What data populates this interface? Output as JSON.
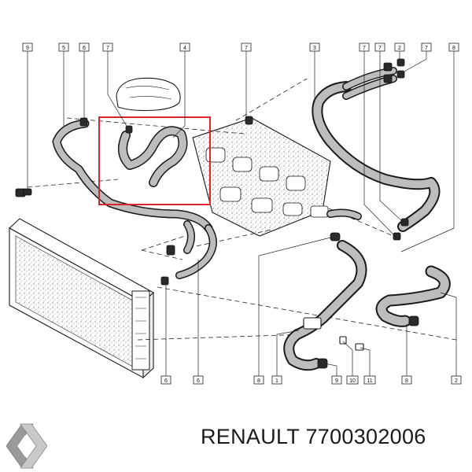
{
  "callouts": {
    "c1": "9",
    "c2": "5",
    "c3": "6",
    "c4": "7",
    "c5": "4",
    "c6": "7",
    "c7": "3",
    "c8": "7",
    "c9": "7",
    "c10": "2",
    "c11": "7",
    "c12": "8",
    "c13": "6",
    "c14": "6",
    "c15": "8",
    "c16": "1",
    "c17": "9",
    "c18": "10",
    "c19": "11",
    "c20": "8",
    "c21": "2"
  },
  "brand": {
    "name": "RENAULT",
    "part_number": "7700302006"
  },
  "colors": {
    "highlight": "#d9252b",
    "ink": "#1a1a1a"
  },
  "icons": {
    "logo": "renault-diamond-logo"
  }
}
